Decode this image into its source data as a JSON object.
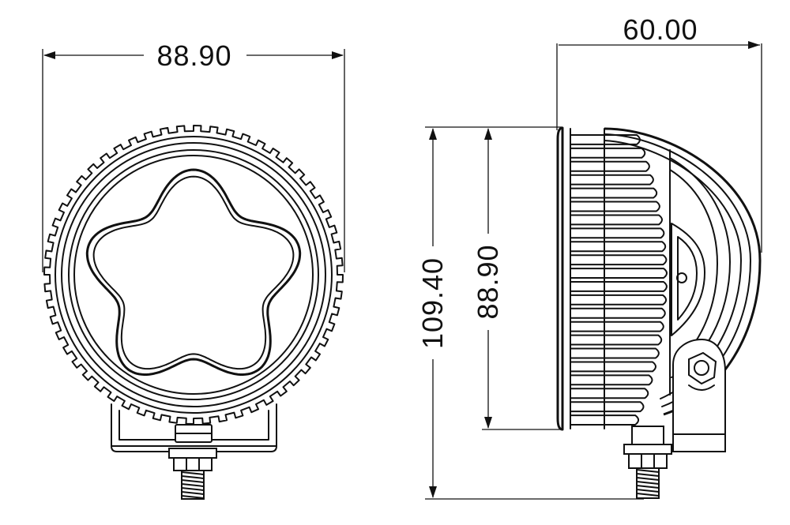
{
  "dimensions": {
    "front_width": "88.90",
    "side_depth": "60.00",
    "side_total_height": "109.40",
    "side_body_height": "88.90"
  },
  "colors": {
    "line": "#111111",
    "background": "#ffffff"
  }
}
